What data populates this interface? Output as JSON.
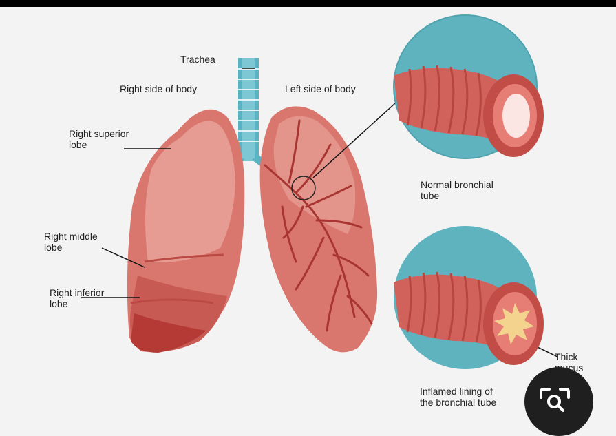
{
  "labels": {
    "trachea": "Trachea",
    "right_side": "Right side of body",
    "left_side": "Left side of body",
    "right_superior": "Right superior\nlobe",
    "right_middle": "Right middle\nlobe",
    "right_inferior": "Right inferior\nlobe",
    "normal_tube": "Normal bronchial\ntube",
    "thick_mucus": "Thick\nmucus",
    "inflamed": "Inflamed lining of\nthe bronchial tube"
  },
  "colors": {
    "lung_fill": "#d9776e",
    "lung_light": "#eaa89f",
    "lung_dark": "#b53a35",
    "vessel": "#a83531",
    "trachea": "#5ab3c2",
    "circle_bg": "#5fb3bf",
    "mucus": "#f3d38e"
  },
  "icons": {
    "lens": "lens-search-icon"
  }
}
